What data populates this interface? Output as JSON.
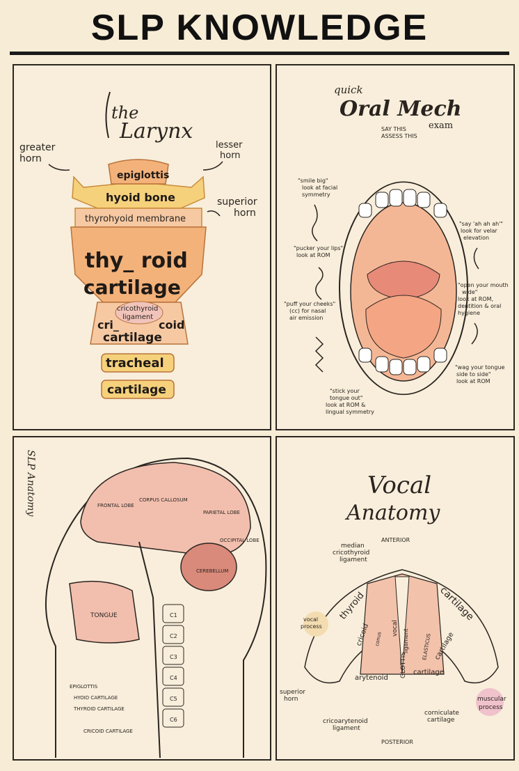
{
  "poster": {
    "title": "SLP KNOWLEDGE"
  },
  "larynx": {
    "heading_the": "the",
    "heading_main": "Larynx",
    "labels": {
      "greater_horn_1": "greater",
      "greater_horn_2": "horn",
      "lesser_horn_1": "lesser",
      "lesser_horn_2": "horn",
      "superior_horn_1": "superior",
      "superior_horn_2": "horn",
      "epiglottis": "epiglottis",
      "hyoid_bone": "hyoid bone",
      "thyrohyoid_membrane": "thyrohyoid membrane",
      "thyroid_1": "thy_ roid",
      "thyroid_2": "cartilage",
      "cricothyroid_1": "cricothyroid",
      "cricothyroid_2": "ligament",
      "cricoid_1": "cri_",
      "cricoid_2": "coid",
      "cricoid_3": "cartilage",
      "tracheal": "tracheal",
      "cartilage": "cartilage"
    },
    "colors": {
      "peach": "#f6c9a3",
      "orange": "#f3b27a",
      "yellow": "#f6d17c",
      "pink": "#f1c4bb"
    }
  },
  "oral_mech": {
    "quick": "quick",
    "heading": "Oral Mech",
    "exam": "exam",
    "legend_say": "SAY THIS",
    "legend_assess": "ASSESS THIS",
    "steps": [
      {
        "say": "\"smile big\"",
        "assess_1": "look at facial",
        "assess_2": "symmetry"
      },
      {
        "say": "\"pucker your lips\"",
        "assess_1": "look at ROM",
        "assess_2": ""
      },
      {
        "say": "\"puff your cheeks\"",
        "assess_1": "(cc) for nasal",
        "assess_2": "air emission"
      },
      {
        "say": "\"stick your",
        "assess_1": "tongue out\"",
        "assess_2": "look at ROM &",
        "assess_3": "lingual symmetry"
      }
    ],
    "right_steps": [
      {
        "say": "\"say 'ah ah ah'\"",
        "assess_1": "look for velar",
        "assess_2": "elevation"
      },
      {
        "say": "\"open your mouth",
        "assess_1": "wide\"",
        "assess_2": "look at ROM,",
        "assess_3": "dentition & oral",
        "assess_4": "hygiene"
      },
      {
        "say": "\"wag your tongue",
        "assess_1": "side to side\"",
        "assess_2": "look at ROM"
      }
    ]
  },
  "slp_anatomy": {
    "heading": "SLP Anatomy",
    "labels": {
      "frontal_lobe": "FRONTAL LOBE",
      "corpus_callosum": "CORPUS CALLOSUM",
      "parietal_lobe": "PARIETAL LOBE",
      "occipital_lobe": "OCCIPITAL LOBE",
      "cerebellum": "CEREBELLUM",
      "tongue": "TONGUE",
      "epiglottis": "EPIGLOTTIS",
      "hyoid_cartilage": "HYOID CARTILAGE",
      "thyroid_cartilage": "THYROID CARTILAGE",
      "cricoid_cartilage": "CRICOID CARTILAGE",
      "c1": "C1",
      "c2": "C2",
      "c3": "C3",
      "c4": "C4",
      "c5": "C5",
      "c6": "C6"
    }
  },
  "vocal_anatomy": {
    "heading_1": "Vocal",
    "heading_2": "Anatomy",
    "anterior": "ANTERIOR",
    "posterior": "POSTERIOR",
    "labels": {
      "median_1": "median",
      "median_2": "cricothyroid",
      "median_3": "ligament",
      "thyroid": "thyroid",
      "cartilage_top": "cartilage",
      "vocal_process_1": "vocal",
      "vocal_process_2": "process",
      "cricoid": "cricoid",
      "conus": "conus",
      "vocal": "vocal",
      "ligament": "ligament",
      "glottis": "GLOTTIS",
      "elasticus": "ELASTICUS",
      "cartilage_right": "cartilage",
      "arytenoid": "arytenoid",
      "cartilage_small": "cartilage",
      "superior_horn_1": "superior",
      "superior_horn_2": "horn",
      "muscular_process_1": "muscular",
      "muscular_process_2": "process",
      "cricoarytenoid_1": "cricoarytenoid",
      "cricoarytenoid_2": "ligament",
      "corniculate_1": "corniculate",
      "corniculate_2": "cartilage"
    }
  }
}
